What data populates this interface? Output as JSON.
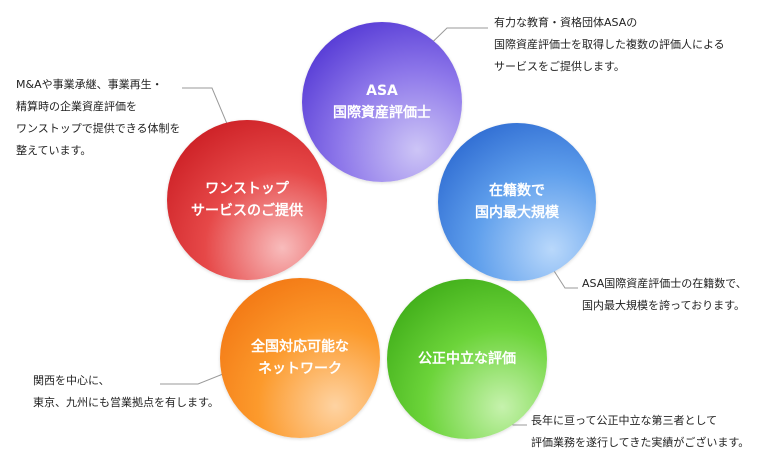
{
  "circles": [
    {
      "id": "asa",
      "lines": [
        "ASA",
        "国際資産評価士"
      ],
      "colors": [
        "#cdc5f6",
        "#8e78ea",
        "#3d1fcc"
      ]
    },
    {
      "id": "largest",
      "lines": [
        "在籍数で",
        "国内最大規模"
      ],
      "colors": [
        "#b9d8fb",
        "#5f9fec",
        "#1c58c8"
      ]
    },
    {
      "id": "neutral",
      "lines": [
        "公正中立な評価"
      ],
      "colors": [
        "#c6f2ad",
        "#6cd43a",
        "#2e9e0c"
      ]
    },
    {
      "id": "network",
      "lines": [
        "全国対応可能な",
        "ネットワーク"
      ],
      "colors": [
        "#fed3a2",
        "#fc9a2c",
        "#ef6a0a"
      ]
    },
    {
      "id": "onestop",
      "lines": [
        "ワンストップ",
        "サービスのご提供"
      ],
      "colors": [
        "#f8bcbc",
        "#e64848",
        "#c20f17"
      ]
    }
  ],
  "notes": {
    "asa": [
      "有力な教育・資格団体ASAの",
      "国際資産評価士を取得した複数の評価人による",
      "サービスをご提供します。"
    ],
    "onestop": [
      "M&Aや事業承継、事業再生・",
      "精算時の企業資産評価を",
      "ワンストップで提供できる体制を",
      "整えています。"
    ],
    "largest": [
      "ASA国際資産評価士の在籍数で、",
      "国内最大規模を誇っております。"
    ],
    "network": [
      "関西を中心に、",
      "東京、九州にも営業拠点を有します。"
    ],
    "neutral": [
      "長年に亘って公正中立な第三者として",
      "評価業務を遂行してきた実績がございます。"
    ]
  }
}
